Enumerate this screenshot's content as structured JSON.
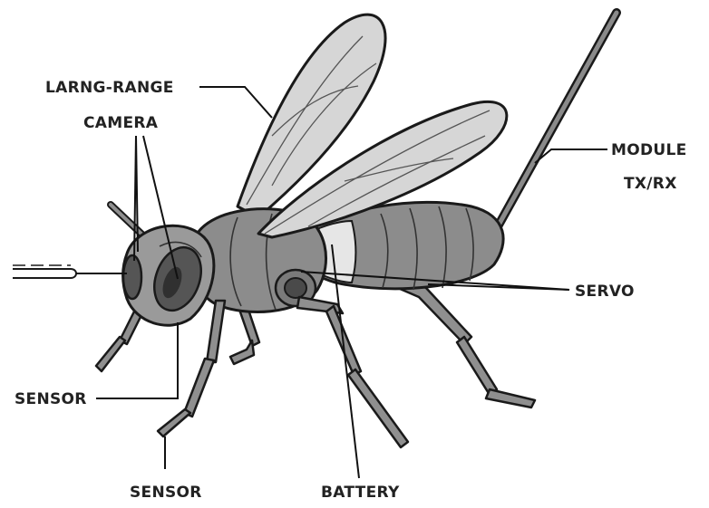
{
  "diagram": {
    "labels": {
      "long_range_camera_line1": "LARNG-RANGE",
      "long_range_camera_line2": "CAMERA",
      "module_line1": "MODULE",
      "module_line2": "TX/RX",
      "servo": "SERVO",
      "sensor_left": "SENSOR",
      "sensor_bottom": "SENSOR",
      "battery": "BATTERY"
    },
    "colors": {
      "body_fill": "#8c8c8c",
      "head_fill": "#9a9a9a",
      "eye_fill": "#555555",
      "wing_fill": "#d6d6d6",
      "battery_band": "#e6e6e6",
      "outline": "#1a1a1a"
    }
  }
}
